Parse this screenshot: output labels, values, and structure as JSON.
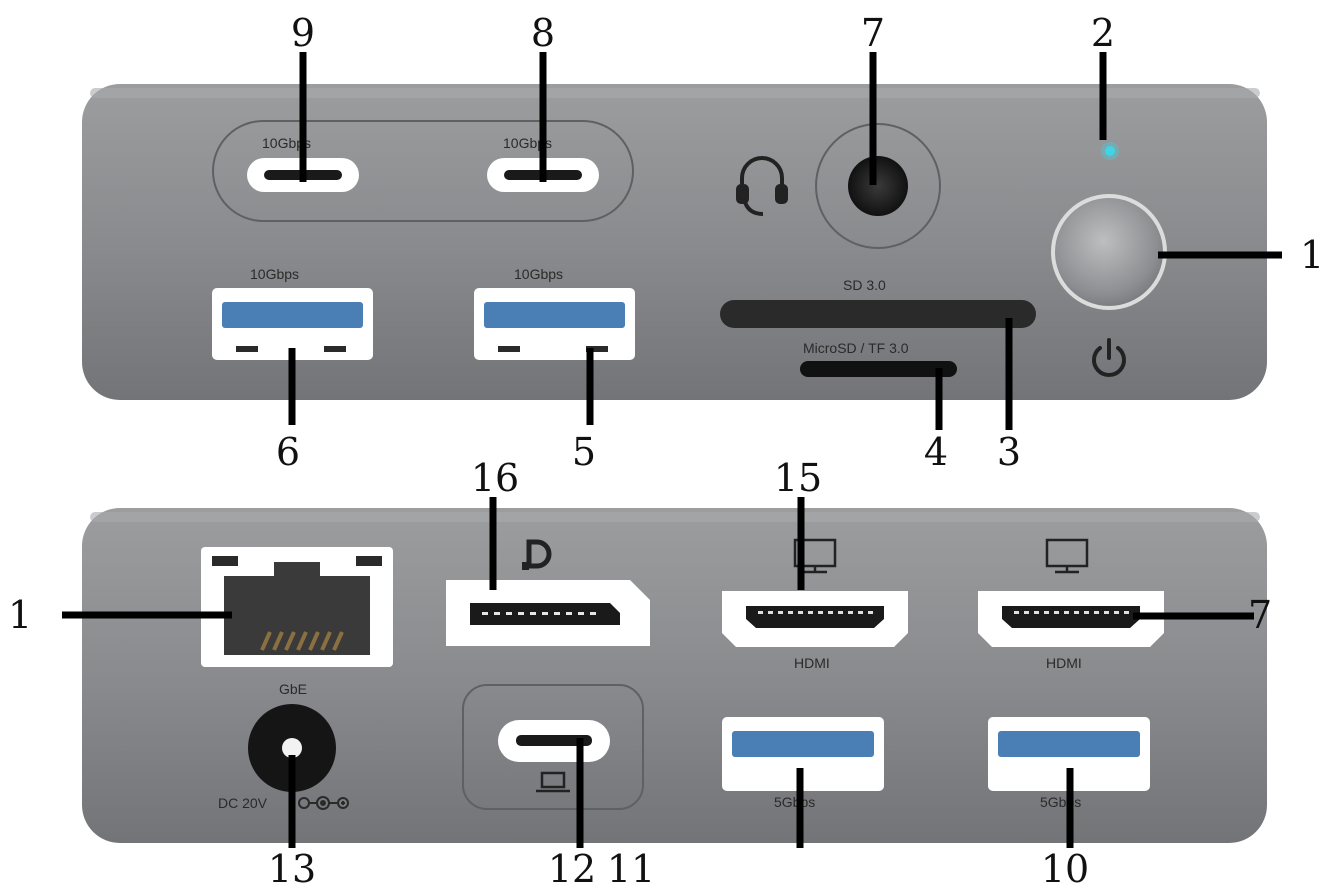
{
  "front_panel": {
    "usb_c_1_label": "10Gbps",
    "usb_c_2_label": "10Gbps",
    "usb_a_1_label": "10Gbps",
    "usb_a_2_label": "10Gbps",
    "sd_label": "SD 3.0",
    "microsd_label": "MicroSD / TF 3.0",
    "led_color": "#3fd4e6"
  },
  "rear_panel": {
    "ethernet_label": "GbE",
    "dc_label": "DC 20V",
    "hdmi_1_label": "HDMI",
    "hdmi_2_label": "HDMI",
    "usb_a_3_label": "5Gbps",
    "usb_a_4_label": "5Gbps"
  },
  "callouts": {
    "c1": "1",
    "c2": "2",
    "c3": "3",
    "c4": "4",
    "c5": "5",
    "c6": "6",
    "c7": "7",
    "c8": "8",
    "c9": "9",
    "c10": "10",
    "c11": "11",
    "c12": "12",
    "c13": "13",
    "c15": "15",
    "c16": "16",
    "r1": "1",
    "r7": "7"
  },
  "colors": {
    "housing": "#8b8c8f",
    "housing_dark": "#6e6f72",
    "port_white": "#ffffff",
    "usb_blue": "#4a7fb5",
    "hole_black": "#1a1a1a"
  }
}
